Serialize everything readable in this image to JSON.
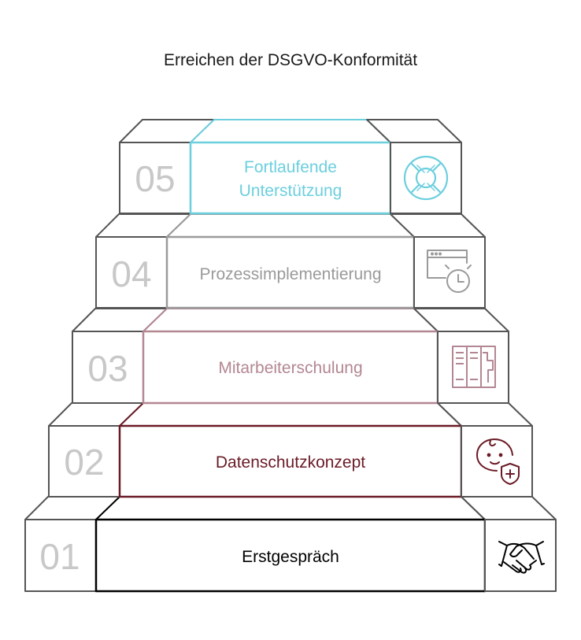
{
  "title": "Erreichen der DSGVO-Konformität",
  "steps": [
    {
      "number": "01",
      "label": "Erstgespräch",
      "color": "#000000",
      "icon": "handshake-icon"
    },
    {
      "number": "02",
      "label": "Datenschutzkonzept",
      "color": "#6a1b26",
      "icon": "child-protection-icon"
    },
    {
      "number": "03",
      "label": "Mitarbeiterschulung",
      "color": "#b38792",
      "icon": "training-binders-icon"
    },
    {
      "number": "04",
      "label": "Prozessimplementierung",
      "color": "#9a9a9a",
      "icon": "browser-clock-icon"
    },
    {
      "number": "05",
      "label": [
        "Fortlaufende",
        "Unterstützung"
      ],
      "color": "#6ccfde",
      "icon": "lifebuoy-icon"
    }
  ]
}
